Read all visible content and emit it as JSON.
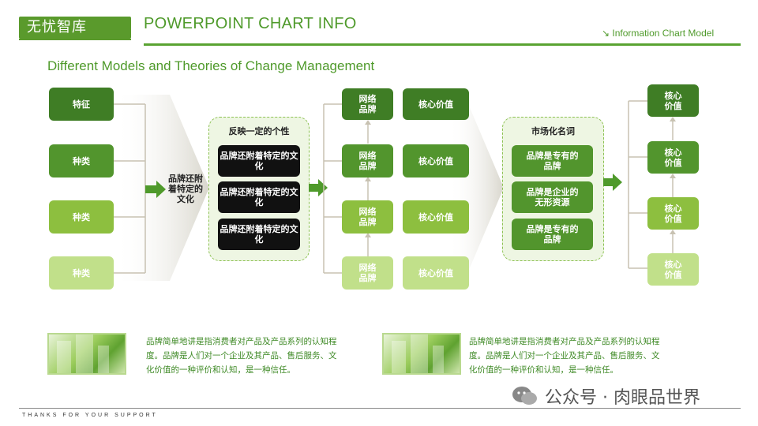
{
  "header": {
    "logo_text": "无忧智库",
    "title": "POWERPOINT CHART INFO",
    "subtitle": "↘ Information Chart Model"
  },
  "heading": "Different Models and Theories of Change Management",
  "col1": {
    "items": [
      "特征",
      "种类",
      "种类",
      "种类"
    ]
  },
  "col1_label": "品牌还附着特定的文化",
  "col2": {
    "title": "反映一定的个性",
    "items": [
      "品牌还附着特定的文化",
      "品牌还附着特定的文化",
      "品牌还附着特定的文化"
    ]
  },
  "col3": {
    "items": [
      "网络品牌",
      "网络品牌",
      "网络品牌",
      "网络品牌"
    ]
  },
  "col4": {
    "items": [
      "核心价值",
      "核心价值",
      "核心价值",
      "核心价值"
    ]
  },
  "col5": {
    "title": "市场化名词",
    "items": [
      "品牌是专有的品牌",
      "品牌是企业的无形资源",
      "品牌是专有的品牌"
    ]
  },
  "col6": {
    "items": [
      "核心价值",
      "核心价值",
      "核心价值",
      "核心价值"
    ]
  },
  "descriptions": [
    "品牌简单地讲是指消费者对产品及产品系列的认知程度。品牌是人们对一个企业及其产品、售后服务、文化价值的一种评价和认知，是一种信任。",
    "品牌简单地讲是指消费者对产品及产品系列的认知程度。品牌是人们对一个企业及其产品、售后服务、文化价值的一种评价和认知，是一种信任。"
  ],
  "watermark": "公众号 · 肉眼品世界",
  "footer": "THANKS FOR YOUR SUPPORT",
  "colors": {
    "dark": "#3f7d25",
    "mid": "#52952d",
    "light": "#8dbf3f",
    "pale": "#c1e08a",
    "accent": "#4f9a2b"
  }
}
